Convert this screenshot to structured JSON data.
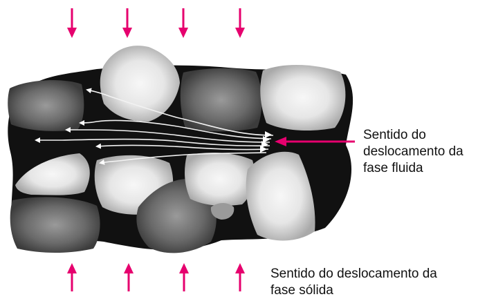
{
  "labels": {
    "fluid_line1": "Sentido do",
    "fluid_line2": "deslocamento da",
    "fluid_line3": "fase fluida",
    "solid_line1": "Sentido do deslocamento da",
    "solid_line2": "fase sólida"
  },
  "colors": {
    "arrow": "#e6006e",
    "background": "#ffffff",
    "matrix": "#111111",
    "particle_light": "#d9d9d9",
    "particle_dark": "#6f6f6f",
    "flow_lines": "#f2f2f2"
  },
  "icons": {
    "down_arrow": "arrow-down-icon",
    "up_arrow": "arrow-up-icon",
    "pointer_arrow": "arrow-left-icon"
  }
}
